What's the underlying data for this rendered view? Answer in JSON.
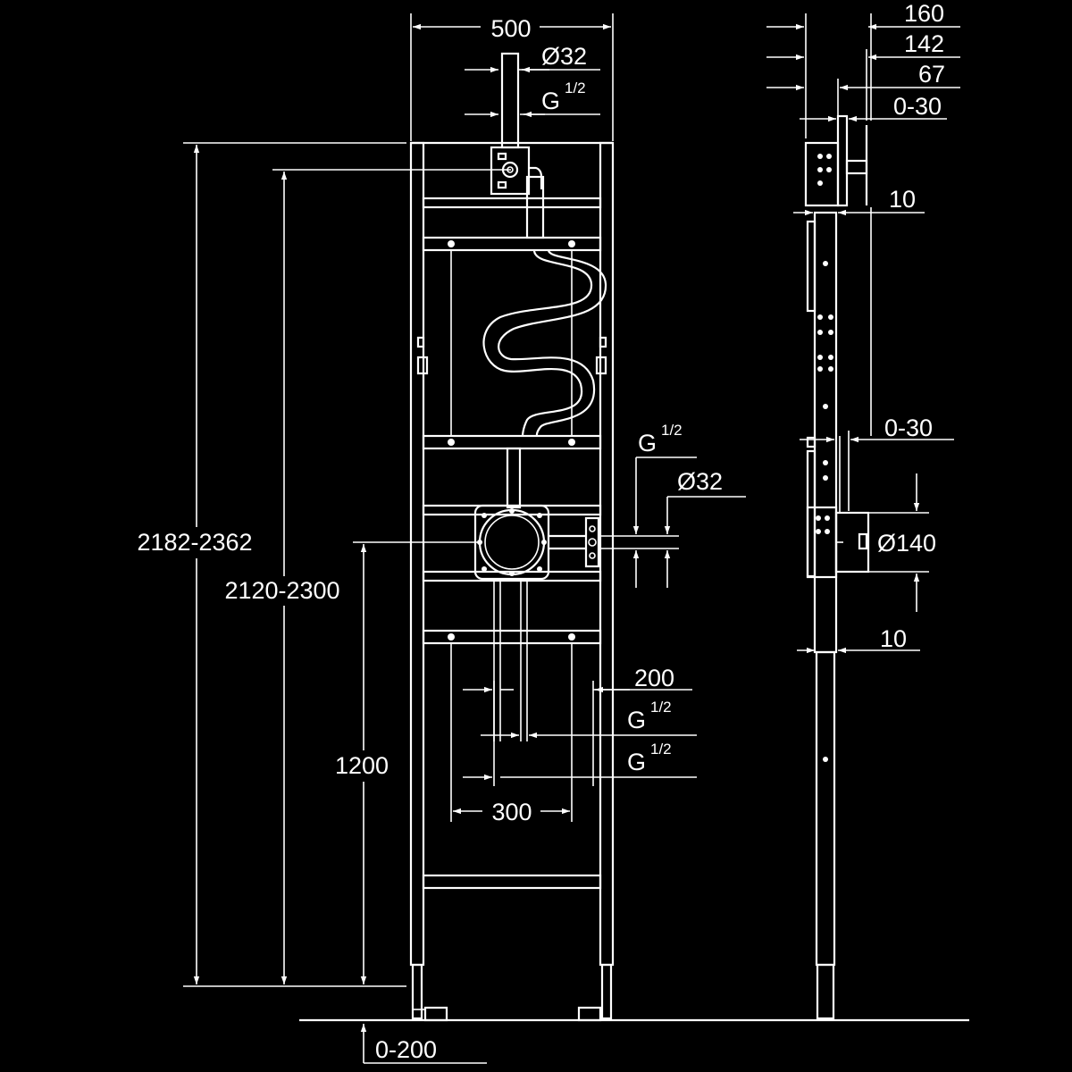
{
  "front_view": {
    "width": "500",
    "top_pipe_diameter": "Ø32",
    "top_thread": "G",
    "top_thread_frac": "1/2",
    "total_height": "2182-2362",
    "height_inner": "2120-2300",
    "center_height": "1200",
    "mid_thread": "G",
    "mid_thread_frac": "1/2",
    "mid_pipe_diameter": "Ø32",
    "spacing_200": "200",
    "low_thread_1": "G",
    "low_thread_1_frac": "1/2",
    "low_thread_2": "G",
    "low_thread_2_frac": "1/2",
    "spacing_300": "300",
    "floor_adjust": "0-200"
  },
  "side_view": {
    "dim_160": "160",
    "dim_142": "142",
    "dim_67": "67",
    "adjust_top": "0-30",
    "gap_top": "10",
    "adjust_mid": "0-30",
    "box_diameter": "Ø140",
    "gap_bottom": "10"
  },
  "colors": {
    "background": "#000000",
    "lines": "#ffffff"
  }
}
